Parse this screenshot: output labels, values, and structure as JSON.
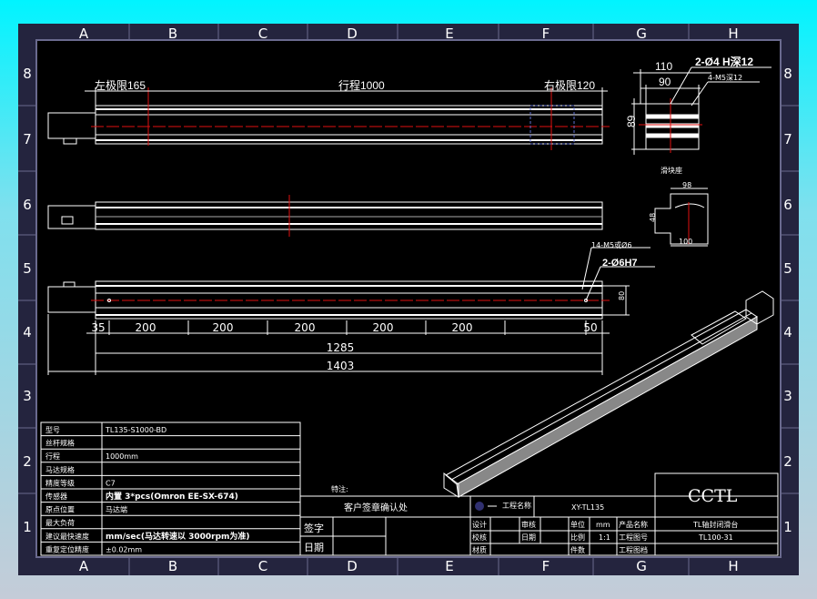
{
  "grid": {
    "columns": [
      "A",
      "B",
      "C",
      "D",
      "E",
      "F",
      "G",
      "H"
    ],
    "rows": [
      "8",
      "7",
      "6",
      "5",
      "4",
      "3",
      "2",
      "1"
    ]
  },
  "top_view": {
    "left_limit": "左极限165",
    "stroke": "行程1000",
    "right_limit": "右极限120"
  },
  "slider_view": {
    "w110": "110",
    "w90": "90",
    "hole_note": "2-Ø4 H深12",
    "thread_note": "4-M5深12",
    "h89": "89",
    "label": "滑块座"
  },
  "profile_view": {
    "w98": "98",
    "h48": "48",
    "w100": "100"
  },
  "bottom_view": {
    "hole_note": "14-M5或Ø6",
    "pin_note": "2-Ø6H7",
    "h80": "80",
    "seg_first": "35",
    "segs": [
      "200",
      "200",
      "200",
      "200",
      "200"
    ],
    "seg_last": "50",
    "len1": "1285",
    "len2": "1403"
  },
  "spec_table": [
    {
      "label": "型号",
      "value": "TL135-S1000-BD"
    },
    {
      "label": "丝杆规格",
      "value": ""
    },
    {
      "label": "行程",
      "value": "1000mm"
    },
    {
      "label": "马达规格",
      "value": ""
    },
    {
      "label": "精度等级",
      "value": "C7"
    },
    {
      "label": "传感器",
      "value": "内置 3*pcs(Omron EE-SX-674)"
    },
    {
      "label": "原点位置",
      "value": "马达端"
    },
    {
      "label": "最大负荷",
      "value": ""
    },
    {
      "label": "建议最快速度",
      "value": "mm/sec(马达转速以 3000rpm为准)"
    },
    {
      "label": "重复定位精度",
      "value": "±0.02mm"
    }
  ],
  "notes_label": "特注:",
  "customer": {
    "title": "客户签章确认处",
    "sign": "签字",
    "date": "日期"
  },
  "title_block": {
    "project_name_label": "工程名称",
    "project_name": "XY-TL135",
    "design": "设计",
    "review": "审核",
    "single": "单位",
    "unit": "mm",
    "product_name_label": "产品名称",
    "product_name": "TL轴封闭滑台",
    "check": "校核",
    "approve": "日期",
    "scale_label": "比例",
    "scale": "1:1",
    "drawing_no_label": "工程图号",
    "drawing_no": "TL100-31",
    "material": "材质",
    "qty": "件数",
    "drawing_file_label": "工程图档",
    "company": "CCTL"
  }
}
